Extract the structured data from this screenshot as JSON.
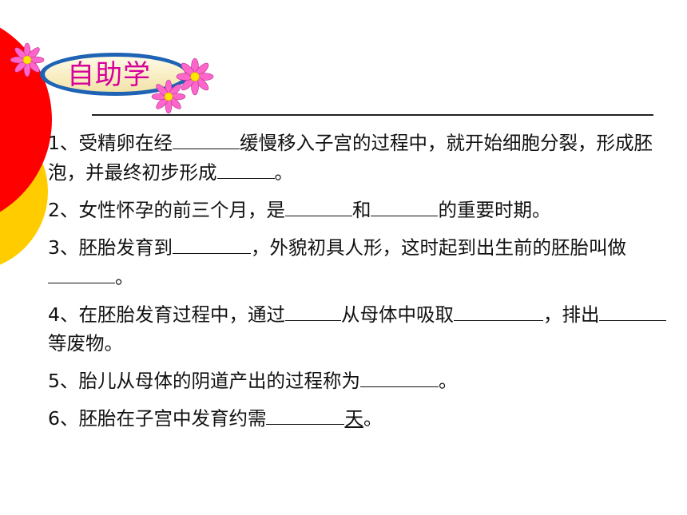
{
  "header": {
    "title": "自助学"
  },
  "questions": [
    {
      "num": "1、",
      "t1": "受精卵在经",
      "t2": "缓慢移入子宫的过程中，就开始细胞分裂，形成胚泡，并最终初步形成",
      "t3": "。"
    },
    {
      "num": "2、",
      "t1": "女性怀孕的前三个月，是",
      "t2": "和",
      "t3": "的重要时期。"
    },
    {
      "num": "3、",
      "t1": "胚胎发育到",
      "t2": "，外貌初具人形，这时起到出生前的胚胎叫做",
      "t3": "。"
    },
    {
      "num": "4、",
      "t1": "在胚胎发育过程中，通过",
      "t2": "从母体中吸取",
      "t3": "，排出",
      "t4": "等废物。"
    },
    {
      "num": "5、",
      "t1": "胎儿从母体的阴道产出的过程称为",
      "t2": "。"
    },
    {
      "num": "6、",
      "t1": "胚胎在子宫中发育约需",
      "t2": "天",
      "t3": "。"
    }
  ],
  "colors": {
    "red": "#ff0000",
    "yellow": "#ffcc00",
    "title": "#d6009a",
    "flower": "#ff66cc"
  }
}
